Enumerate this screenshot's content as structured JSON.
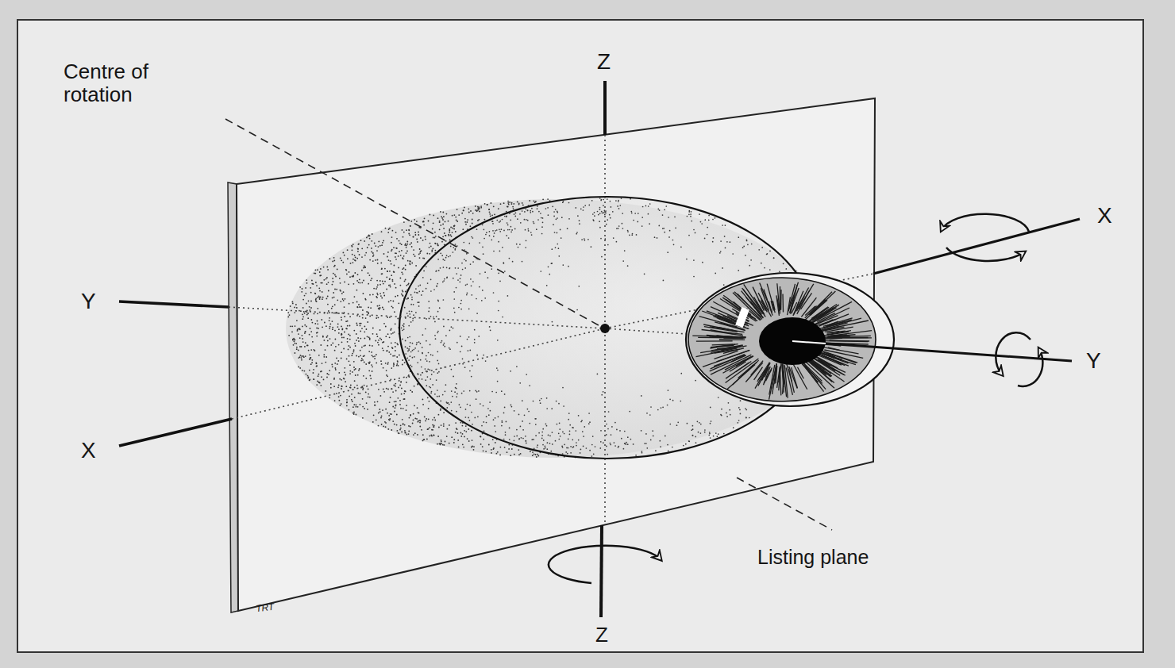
{
  "diagram": {
    "labels": [
      "Centre of rotation",
      "Z",
      "X",
      "Y",
      "Y",
      "X",
      "Listing plane",
      "Z",
      "TRT"
    ]
  }
}
